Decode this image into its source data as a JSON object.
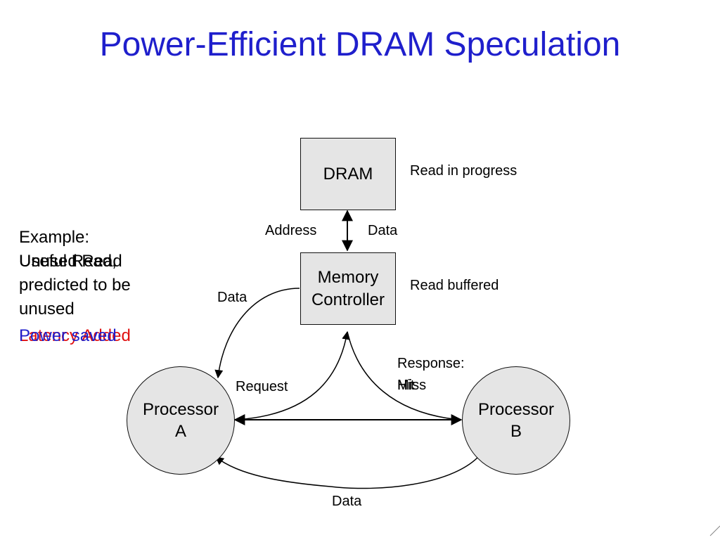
{
  "slide": {
    "title": "Power-Efficient DRAM Speculation"
  },
  "nodes": {
    "dram": "DRAM",
    "memory_controller_line1": "Memory",
    "memory_controller_line2": "Controller",
    "processor_a_line1": "Processor",
    "processor_a_line2": "A",
    "processor_b_line1": "Processor",
    "processor_b_line2": "B"
  },
  "edge_labels": {
    "address": "Address",
    "data_dram": "Data",
    "data_mc_to_a": "Data",
    "request": "Request",
    "data_b_to_a": "Data",
    "response": "Response:",
    "response_hit": "Hit",
    "response_miss": "Miss"
  },
  "status": {
    "read_in_progress": "Read in progress",
    "read_buffered": "Read buffered"
  },
  "example": {
    "heading": "Example:",
    "line2_a": "Useful Read,",
    "line2_b": "Unused Read",
    "line3": "predicted to be",
    "line4": "unused",
    "result_red": "Latency Added",
    "result_blue": "Power saved"
  },
  "colors": {
    "title": "#1f1fcc",
    "latency_added": "#e01010",
    "power_saved": "#1f1fcc"
  }
}
